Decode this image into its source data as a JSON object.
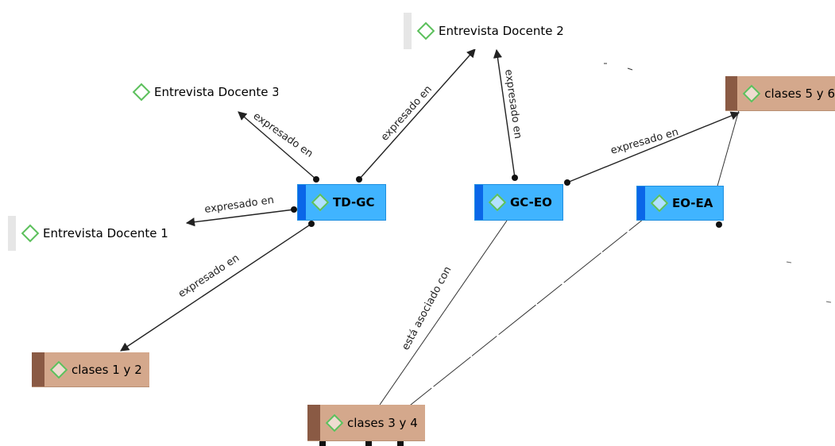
{
  "nodes": {
    "entrevista2": {
      "label": "Entrevista Docente 2",
      "icon": "diamond-icon"
    },
    "entrevista3": {
      "label": "Entrevista Docente 3",
      "icon": "diamond-icon"
    },
    "entrevista1": {
      "label": "Entrevista Docente 1",
      "icon": "diamond-icon"
    },
    "clases56": {
      "label": "clases 5 y 6",
      "icon": "diamond-icon"
    },
    "tdgc": {
      "label": "TD-GC",
      "icon": "diamond-icon"
    },
    "gceo": {
      "label": "GC-EO",
      "icon": "diamond-icon"
    },
    "eoea": {
      "label": "EO-EA",
      "icon": "diamond-icon"
    },
    "clases12": {
      "label": "clases 1 y 2",
      "icon": "diamond-icon"
    },
    "clases34": {
      "label": "clases 3 y 4",
      "icon": "diamond-icon"
    }
  },
  "edges": {
    "tdgc_entrevista3": "expresado en",
    "tdgc_entrevista2": "expresado en",
    "gceo_entrevista2": "expresado en",
    "gceo_clases56": "expresado en",
    "tdgc_entrevista1": "expresado en",
    "tdgc_clases12": "expresado en",
    "clases34_gceo": "está asociado con"
  },
  "colors": {
    "code_fill": "#40b4ff",
    "code_accent": "#0a66e8",
    "class_fill": "#d4a88c",
    "class_accent": "#8a5a44",
    "diamond": "#5cc05c"
  }
}
